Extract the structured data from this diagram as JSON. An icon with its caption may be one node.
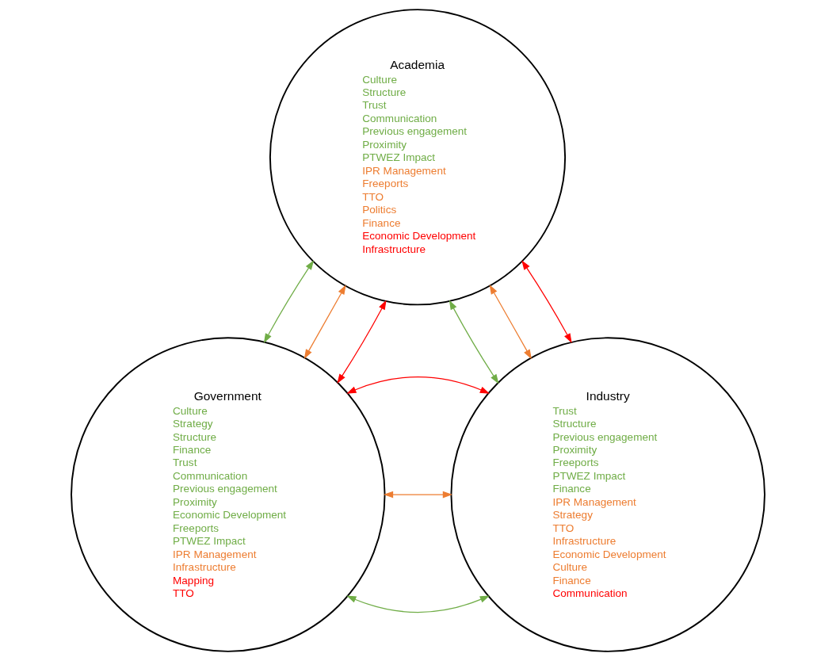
{
  "diagram": {
    "nodes": [
      {
        "text": [
          "Academia",
          "Culture",
          "Structure",
          "Trust",
          "Communication",
          "Previous engagement",
          "Proximity",
          "PTWEZ Impact",
          "IPR Management",
          "Freeports",
          "TTO",
          "Politics",
          "Finance",
          "Economic Development",
          "Infrastructure"
        ]
      },
      {
        "text": [
          "Government",
          "Culture",
          "Strategy",
          "Structure",
          "Finance",
          "Trust",
          "Communication",
          "Previous engagement",
          "Proximity",
          "Economic Development",
          "Freeports",
          "PTWEZ Impact",
          "IPR Management",
          "Infrastructure",
          "Mapping",
          "TTO"
        ]
      },
      {
        "text": [
          "Industry",
          "Trust",
          "Structure",
          "Previous engagement",
          "Proximity",
          "Freeports",
          "PTWEZ Impact",
          "Finance",
          "IPR Management",
          "Strategy",
          "TTO",
          "Infrastructure",
          "Economic Development",
          "Culture",
          "Finance",
          "Communication"
        ]
      }
    ],
    "edges": [
      {
        "from": 0,
        "to": 1,
        "arrow": "both",
        "color": "#70ad47"
      },
      {
        "from": 0,
        "to": 2,
        "arrow": "both",
        "color": "#70ad47"
      },
      {
        "from": 2,
        "to": 1,
        "arrow": "both",
        "color": "#70ad47"
      },
      {
        "from": 0,
        "to": 1,
        "arrow": "both",
        "color": "#ed7d31"
      },
      {
        "from": 0,
        "to": 2,
        "arrow": "both",
        "color": "#ed7d31"
      },
      {
        "from": 2,
        "to": 1,
        "arrow": "both",
        "color": "#ed7d31"
      },
      {
        "from": 0,
        "to": 1,
        "arrow": "both",
        "color": "#ff0000"
      },
      {
        "from": 0,
        "to": 2,
        "arrow": "both",
        "color": "#ff0000"
      },
      {
        "from": 1,
        "to": 2,
        "arrow": "both",
        "color": "#ff0000"
      }
    ]
  }
}
